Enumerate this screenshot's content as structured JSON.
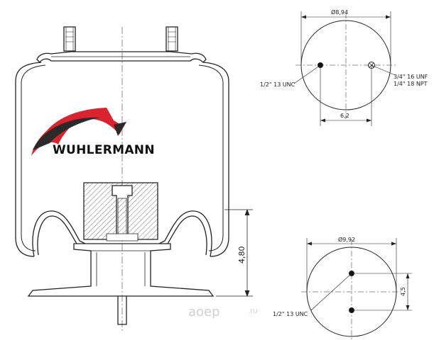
{
  "brand": {
    "name": "WUHLERMANN"
  },
  "watermark": {
    "main": "aoep",
    "suffix": ".ru"
  },
  "side_view": {
    "height_label": "4,80"
  },
  "top_plate": {
    "diameter_label": "Ø8,94",
    "spacing_label": "6,2",
    "left_stud_label": "1/2\" 13 UNC",
    "right_port_label_1": "3/4\" 16 UNF",
    "right_port_label_2": "1/4\" 18 NPT"
  },
  "bottom_plate": {
    "diameter_label": "Ø9,92",
    "spacing_label": "4,5",
    "stud_label": "1/2\" 13 UNC"
  },
  "colors": {
    "brand_red": "#d9232e",
    "line": "#222222",
    "hatch": "#888888"
  }
}
